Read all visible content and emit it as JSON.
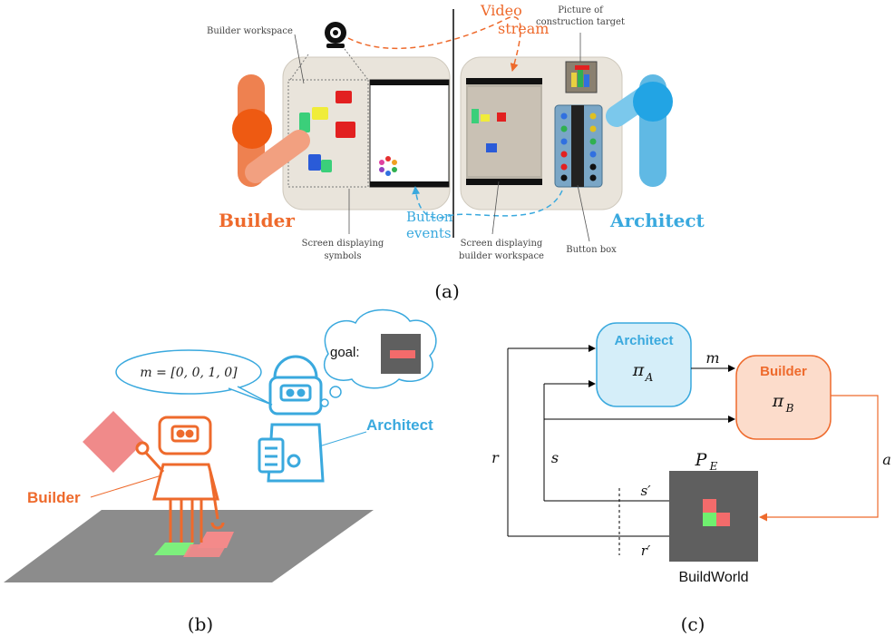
{
  "panel_a": {
    "builder_workspace_label": "Builder workspace",
    "video_stream_line1": "Video",
    "video_stream_line2": "stream",
    "picture_target_line1": "Picture of",
    "picture_target_line2": "construction target",
    "builder_label": "Builder",
    "architect_label": "Architect",
    "button_events_line1": "Button",
    "button_events_line2": "events",
    "screen_symbols_line1": "Screen displaying",
    "screen_symbols_line2": "symbols",
    "screen_workspace_line1": "Screen displaying",
    "screen_workspace_line2": "builder workspace",
    "button_box_label": "Button box",
    "caption": "(a)"
  },
  "panel_b": {
    "message": "m = [0, 0, 1, 0]",
    "goal_label": "goal:",
    "architect_label": "Architect",
    "builder_label": "Builder",
    "caption": "(b)"
  },
  "panel_c": {
    "architect_title": "Architect",
    "architect_policy": "π",
    "architect_sub": "A",
    "builder_title": "Builder",
    "builder_policy": "π",
    "builder_sub": "B",
    "m_label": "m",
    "a_label": "a",
    "r_label": "r",
    "s_label": "s",
    "s_prime_label": "s′",
    "r_prime_label": "r′",
    "pe_label": "P",
    "pe_sub": "E",
    "buildworld_label": "BuildWorld",
    "caption": "(c)"
  },
  "colors": {
    "builder_orange": "#ee6a2c",
    "architect_blue": "#3aa9de",
    "target_red": "#f36b6b",
    "target_green": "#6fef6f"
  }
}
